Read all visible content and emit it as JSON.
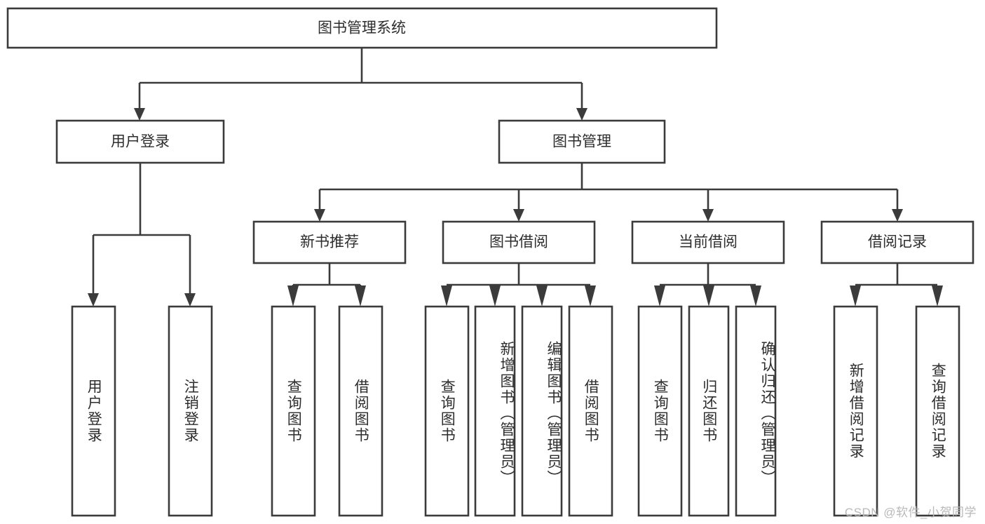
{
  "diagram": {
    "type": "tree-hierarchy",
    "title": "图书管理系统",
    "watermark": "CSDN @软件_小贺同学",
    "colors": {
      "stroke": "#3b3b3b",
      "fill": "#ffffff",
      "text": "#2d2d2d",
      "watermark": "#b9b9b9"
    },
    "root": {
      "id": "root",
      "label": "图书管理系统"
    },
    "level2": [
      {
        "id": "user-login",
        "label": "用户登录"
      },
      {
        "id": "book-manage",
        "label": "图书管理"
      }
    ],
    "level3": [
      {
        "id": "new-book-recommend",
        "label": "新书推荐"
      },
      {
        "id": "book-borrow",
        "label": "图书借阅"
      },
      {
        "id": "current-borrow",
        "label": "当前借阅"
      },
      {
        "id": "borrow-record",
        "label": "借阅记录"
      }
    ],
    "leaves": {
      "user-login": [
        {
          "id": "leaf-user-login",
          "label": "用户登录"
        },
        {
          "id": "leaf-logout-login",
          "label": "注销登录"
        }
      ],
      "new-book-recommend": [
        {
          "id": "leaf-query-book-1",
          "label": "查询图书"
        },
        {
          "id": "leaf-borrow-book-1",
          "label": "借阅图书"
        }
      ],
      "book-borrow": [
        {
          "id": "leaf-query-book-2",
          "label": "查询图书"
        },
        {
          "id": "leaf-add-book",
          "label": "新增图书（管理员）"
        },
        {
          "id": "leaf-edit-book",
          "label": "编辑图书（管理员）"
        },
        {
          "id": "leaf-borrow-book-2",
          "label": "借阅图书"
        }
      ],
      "current-borrow": [
        {
          "id": "leaf-query-book-3",
          "label": "查询图书"
        },
        {
          "id": "leaf-return-book",
          "label": "归还图书"
        },
        {
          "id": "leaf-confirm-return",
          "label": "确认归还（管理员）"
        }
      ],
      "borrow-record": [
        {
          "id": "leaf-add-record",
          "label": "新增借阅记录"
        },
        {
          "id": "leaf-query-record",
          "label": "查询借阅记录"
        }
      ]
    }
  }
}
